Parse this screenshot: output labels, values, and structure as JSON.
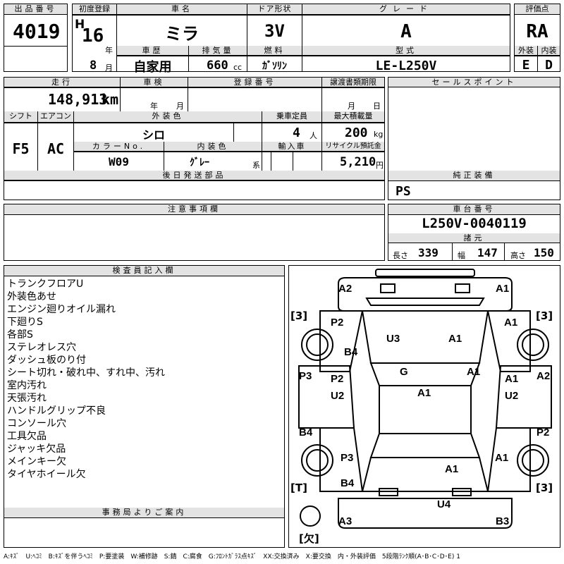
{
  "h": {
    "lot": "出品番号",
    "first_reg": "初度登録",
    "name": "車名",
    "door": "ドア形状",
    "grade": "グレード",
    "rating": "評価点",
    "history": "車歴",
    "displacement": "排気量",
    "fuel": "燃料",
    "model": "型式",
    "exterior": "外装",
    "interior": "内装",
    "mileage": "走行",
    "inspection": "車検",
    "regno": "登録番号",
    "transfer": "譲渡書類期限",
    "sales_point": "セールスポイント",
    "shift": "シフト",
    "ac": "エアコン",
    "ext_color": "外装色",
    "capacity": "乗車定員",
    "load": "最大積載量",
    "color_no": "カラーNo.",
    "int_color": "内装色",
    "import": "輸入車",
    "recycle": "リサイクル預託金",
    "later_parts": "後日発送部品",
    "genuine": "純正装備",
    "cautions": "注意事項欄",
    "chassis": "車台番号",
    "spec": "諸元",
    "inspector": "検査員記入欄",
    "office": "事務局よりご案内"
  },
  "v": {
    "lot": "4019",
    "era": "H",
    "year": "16",
    "year_unit": "年",
    "month": "8",
    "month_unit": "月",
    "name": "ミラ",
    "door": "3V",
    "grade": "A",
    "rating": "RA",
    "history": "自家用",
    "displacement": "660",
    "cc": "cc",
    "fuel": "ｶﾞｿﾘﾝ",
    "model": "LE-L250V",
    "exterior": "E",
    "interior": "D",
    "mileage": "148,913",
    "km": "km",
    "insp_year": "年",
    "insp_month": "月",
    "transfer_month": "月",
    "transfer_day": "日",
    "shift": "F5",
    "ac": "AC",
    "ext_color": "シロ",
    "capacity": "4",
    "person": "人",
    "load": "200",
    "kg": "kg",
    "color_no": "W09",
    "int_color": "ｸﾞﾚｰ",
    "kei": "系",
    "recycle": "5,210",
    "yen": "円",
    "genuine": "PS",
    "chassis": "L250V-0040119",
    "len_label": "長さ",
    "len": "339",
    "wid_label": "幅",
    "wid": "147",
    "hgt_label": "高さ",
    "hgt": "150"
  },
  "notes": [
    "トランクフロアU",
    "外装色あせ",
    "エンジン廻りオイル漏れ",
    "下廻りS",
    "各部S",
    "ステレオレス穴",
    "ダッシュ板のり付",
    "シート切れ・破れ中、すれ中、汚れ",
    "室内汚れ",
    "天張汚れ",
    "ハンドルグリップ不良",
    "コンソール穴",
    "工具欠品",
    "ジャッキ欠品",
    "メインキー欠",
    "タイヤホイール欠"
  ],
  "damage": {
    "fr_left": "A2",
    "fr_right": "A1",
    "fl_fender": "P2",
    "fr_fender": "A1",
    "bonnet_l": "U3",
    "bonnet_r": "A1",
    "left_b4_top": "B4",
    "glass": "G",
    "right_a1_mid": "A1",
    "left_p3": "P3",
    "right_a2": "A2",
    "ld_p2": "P2",
    "ld_u2": "U2",
    "rd_a1": "A1",
    "rd_u2": "U2",
    "roof": "A1",
    "left_b4_low": "B4",
    "right_p2": "P2",
    "lr_p3": "P3",
    "rr_a1": "A1",
    "rear_a1": "A1",
    "lr_b4": "B4",
    "rear_u4": "U4",
    "rb_left": "A3",
    "rb_right": "B3"
  },
  "tires": {
    "fl": "3",
    "fr": "3",
    "rl": "T",
    "rr": "3",
    "spare": "欠"
  },
  "legend": "A:ｷｽﾞ　U:ﾍｺﾐ　B:ｷｽﾞを伴うﾍｺﾐ　P:要塗装　W:補修跡　S:錆　C:腐食　G:ﾌﾛﾝﾄｶﾞﾗｽ点ｷｽﾞ　XX:交換済み　X:要交換　内・外装評価　5段階ﾗﾝｸ順(A･B･C･D･E) 1"
}
